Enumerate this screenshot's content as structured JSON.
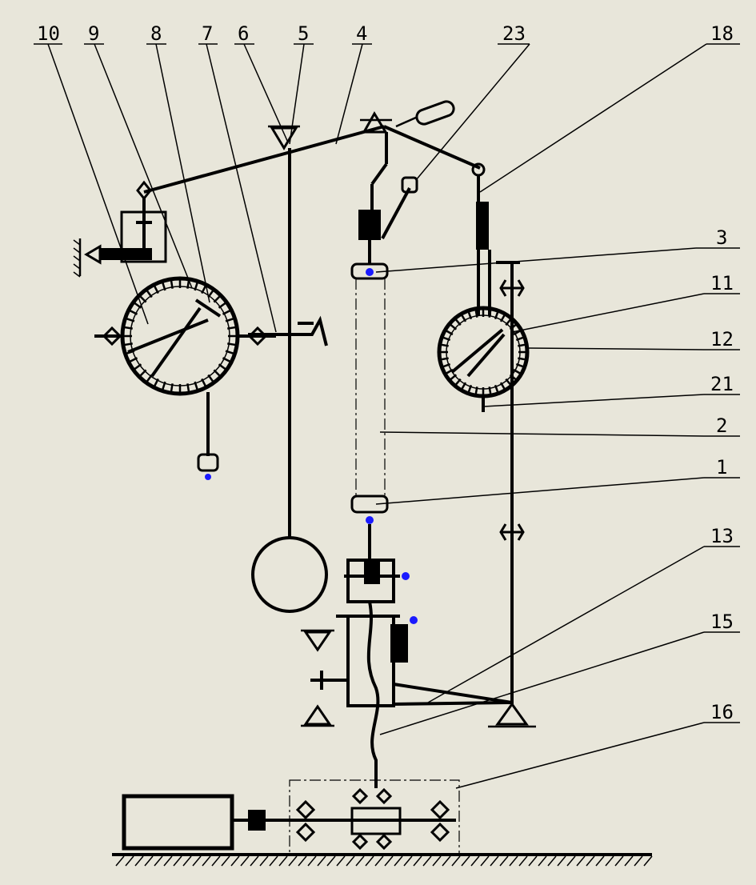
{
  "figure": {
    "callouts": [
      {
        "id": "10",
        "text": "10"
      },
      {
        "id": "9",
        "text": "9"
      },
      {
        "id": "8",
        "text": "8"
      },
      {
        "id": "7",
        "text": "7"
      },
      {
        "id": "6",
        "text": "6"
      },
      {
        "id": "5",
        "text": "5"
      },
      {
        "id": "4",
        "text": "4"
      },
      {
        "id": "23",
        "text": "23"
      },
      {
        "id": "18",
        "text": "18"
      },
      {
        "id": "3",
        "text": "3"
      },
      {
        "id": "11",
        "text": "11"
      },
      {
        "id": "12",
        "text": "12"
      },
      {
        "id": "21",
        "text": "21"
      },
      {
        "id": "2",
        "text": "2"
      },
      {
        "id": "1",
        "text": "1"
      },
      {
        "id": "13",
        "text": "13"
      },
      {
        "id": "15",
        "text": "15"
      },
      {
        "id": "16",
        "text": "16"
      }
    ],
    "colors": {
      "background": "#e8e6da",
      "line": "#000000",
      "accent_blue": "#1a1aff",
      "accent_yellow": "#e0c800"
    }
  }
}
